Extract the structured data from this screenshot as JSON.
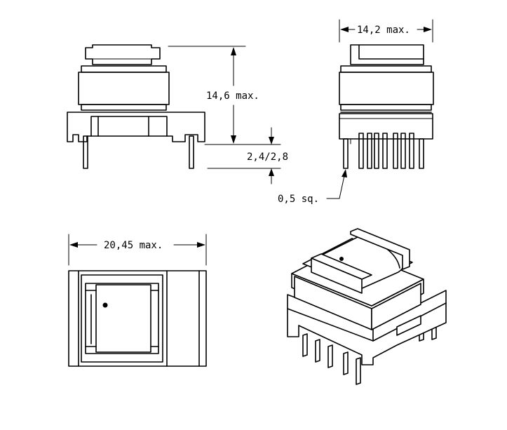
{
  "dimensions": {
    "height": "14,6 max.",
    "width_side": "14,2 max.",
    "pin_length": "2,4/2,8",
    "pin_size": "0,5 sq.",
    "width_bottom": "20,45 max."
  },
  "colors": {
    "line": "#000000",
    "background": "#ffffff"
  }
}
